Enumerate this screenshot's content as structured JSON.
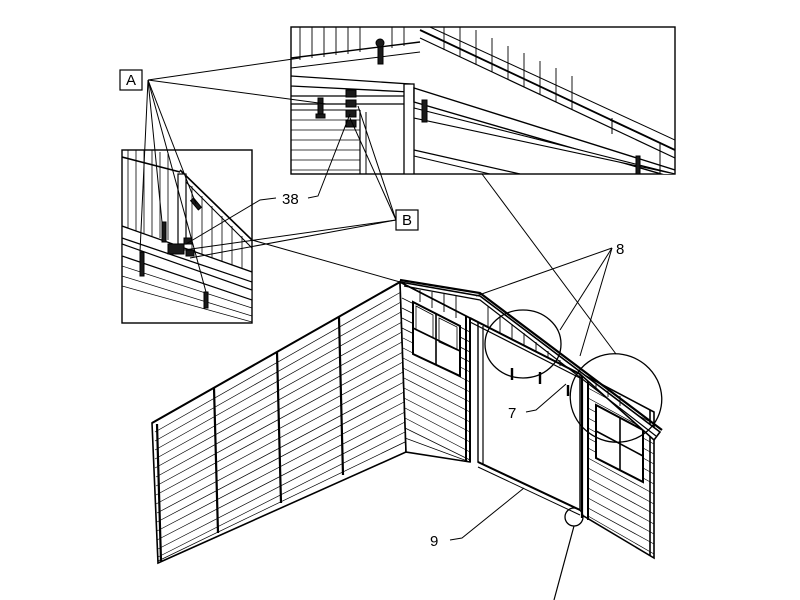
{
  "callouts": {
    "label_a": "A",
    "label_b": "B",
    "part_38": "38",
    "part_8": "8",
    "part_7": "7",
    "part_9": "9"
  },
  "colors": {
    "ink": "#000000",
    "paper": "#ffffff",
    "hardware": "#1a1a1a"
  }
}
